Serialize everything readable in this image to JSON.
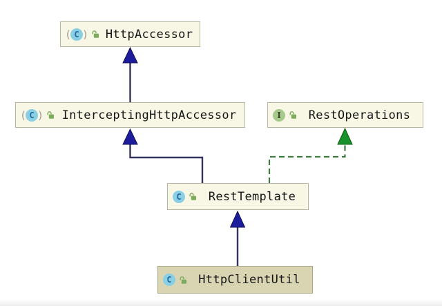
{
  "diagram": {
    "title": "Class hierarchy diagram",
    "icon_glyphs": {
      "open_paren": "(",
      "close_paren": ")"
    },
    "nodes": [
      {
        "id": "http-accessor",
        "label": "HttpAccessor",
        "kind": "abstract-class",
        "icon_letter": "C",
        "visibility_icon": "public-open-lock",
        "selected": false
      },
      {
        "id": "intercepting-http-accessor",
        "label": "InterceptingHttpAccessor",
        "kind": "abstract-class",
        "icon_letter": "C",
        "visibility_icon": "public-open-lock",
        "selected": false
      },
      {
        "id": "rest-operations",
        "label": "RestOperations",
        "kind": "interface",
        "icon_letter": "I",
        "visibility_icon": "public-open-lock",
        "selected": false
      },
      {
        "id": "rest-template",
        "label": "RestTemplate",
        "kind": "class",
        "icon_letter": "C",
        "visibility_icon": "public-open-lock",
        "selected": false
      },
      {
        "id": "http-client-util",
        "label": "HttpClientUtil",
        "kind": "class",
        "icon_letter": "C",
        "visibility_icon": "public-open-lock",
        "selected": true
      }
    ],
    "edges": [
      {
        "from": "InterceptingHttpAccessor",
        "to": "HttpAccessor",
        "relation": "extends",
        "style": "solid",
        "color": "#1c1c9c"
      },
      {
        "from": "RestTemplate",
        "to": "InterceptingHttpAccessor",
        "relation": "extends",
        "style": "solid",
        "color": "#1c1c9c"
      },
      {
        "from": "RestTemplate",
        "to": "RestOperations",
        "relation": "implements",
        "style": "dashed",
        "color": "#17912b"
      },
      {
        "from": "HttpClientUtil",
        "to": "RestTemplate",
        "relation": "extends",
        "style": "solid",
        "color": "#1c1c9c"
      }
    ],
    "colors": {
      "background": "#ffffff",
      "node_fill": "#f8f7e5",
      "node_border": "#b6b5a0",
      "selected_node_fill": "#d9d5b2",
      "selected_node_border": "#aba885",
      "inherit_line": "#32325c",
      "inherit_arrow": "#1c1c9c",
      "implement_line": "#3f7a3e",
      "implement_arrow": "#17912b",
      "class_icon_bg": "#8bcfe4",
      "class_icon_letter": "#1f6a9b",
      "interface_icon_bg": "#a6c98c",
      "interface_icon_letter": "#3d4a33",
      "lock_icon_green": "#7cab5c",
      "abstract_paren_gray": "#9c9c94",
      "label_text": "#161616"
    }
  }
}
